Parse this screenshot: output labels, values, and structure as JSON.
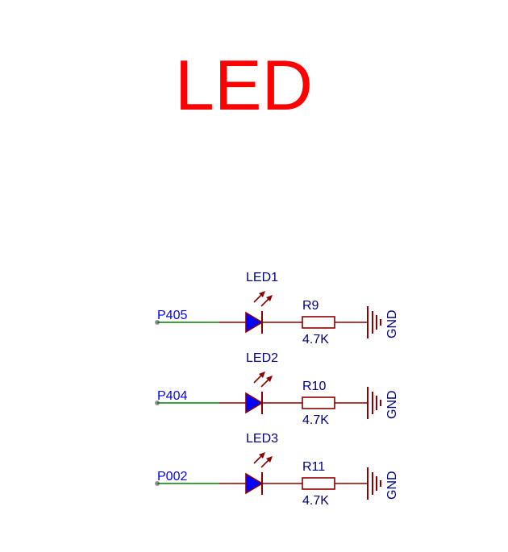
{
  "title": "LED",
  "colors": {
    "title": "#ff0000",
    "net_wire": "#008000",
    "component": "#8b0000",
    "diode_fill": "#0000ff",
    "label_text": "#000080",
    "net_label": "#0000ff",
    "pin_dot": "#909090"
  },
  "channels": [
    {
      "net": "P405",
      "led": "LED1",
      "resistor": "R9",
      "value": "4.7K",
      "ground": "GND"
    },
    {
      "net": "P404",
      "led": "LED2",
      "resistor": "R10",
      "value": "4.7K",
      "ground": "GND"
    },
    {
      "net": "P002",
      "led": "LED3",
      "resistor": "R11",
      "value": "4.7K",
      "ground": "GND"
    }
  ]
}
